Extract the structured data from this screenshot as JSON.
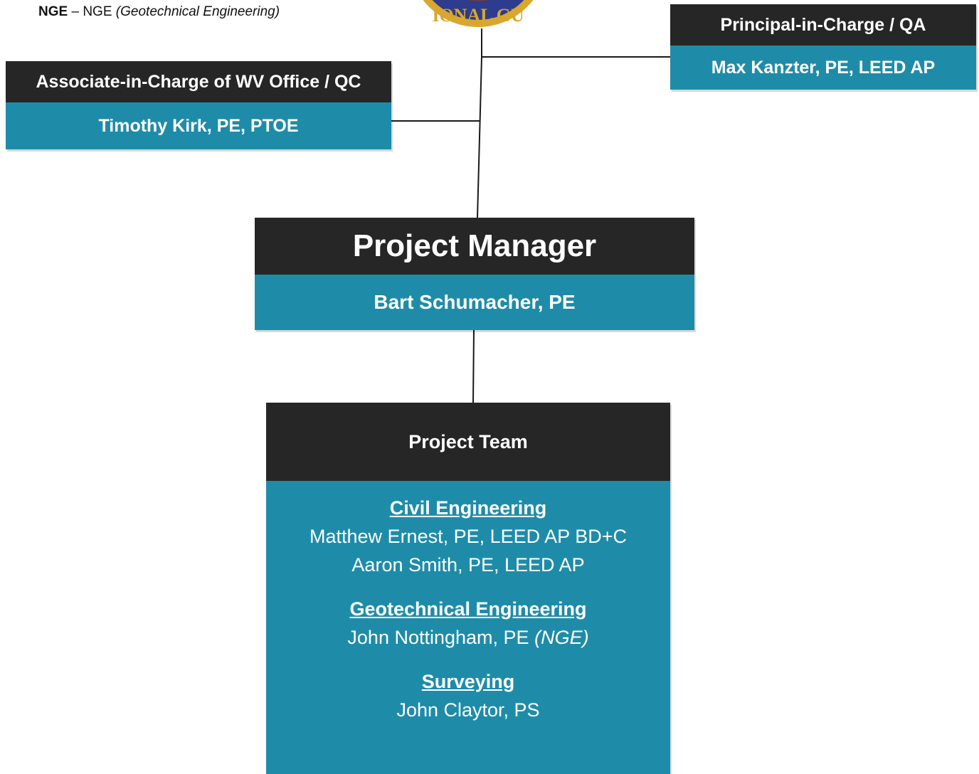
{
  "legend": {
    "abbreviation": "NGE",
    "separator": "–",
    "firm": "NGE",
    "description": "(Geotechnical Engineering)"
  },
  "seal": {
    "text": "IONAL GU"
  },
  "principal": {
    "title": "Principal-in-Charge / QA",
    "name": "Max Kanzter, PE, LEED AP"
  },
  "associate": {
    "title": "Associate-in-Charge of WV Office / QC",
    "name": "Timothy Kirk, PE, PTOE"
  },
  "project_manager": {
    "title": "Project Manager",
    "name": "Bart Schumacher, PE"
  },
  "project_team": {
    "title": "Project Team",
    "sections": [
      {
        "title": "Civil Engineering",
        "members": [
          "Matthew Ernest, PE, LEED AP BD+C",
          "Aaron Smith, PE, LEED AP"
        ]
      },
      {
        "title": "Geotechnical Engineering",
        "members": [
          "John Nottingham, PE"
        ],
        "affiliation": "(NGE)"
      },
      {
        "title": "Surveying",
        "members": [
          "John Claytor, PS"
        ]
      }
    ]
  },
  "colors": {
    "header": "#262626",
    "body": "#1e8ca8",
    "text": "#ffffff"
  }
}
